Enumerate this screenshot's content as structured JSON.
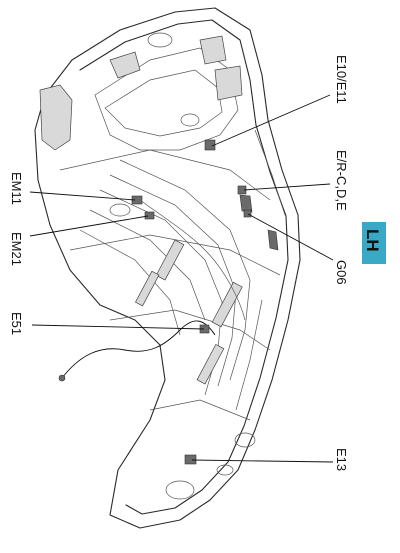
{
  "side_badge": {
    "text": "LH",
    "color": "#39a9c6"
  },
  "callouts": {
    "e10_e11": "E10/E11",
    "e_r_c_d_e": "E/R-C,D,E",
    "g06": "G06",
    "e13": "E13",
    "em11": "EM11",
    "em21": "EM21",
    "e51": "E51"
  }
}
